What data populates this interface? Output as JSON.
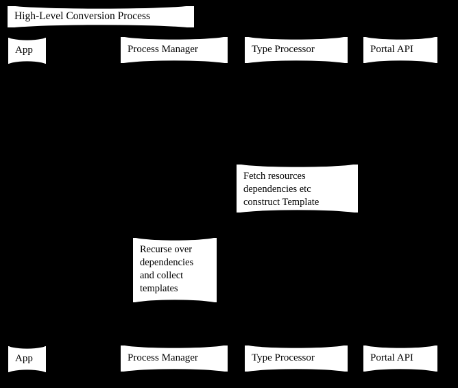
{
  "diagram": {
    "type": "sequence-diagram",
    "title": "High-Level Conversion Process",
    "background_color": "#000000",
    "box_fill_color": "#ffffff",
    "text_color": "#000000",
    "participants_top": [
      {
        "id": "app",
        "label": "App"
      },
      {
        "id": "process-manager",
        "label": "Process Manager"
      },
      {
        "id": "type-processor",
        "label": "Type Processor"
      },
      {
        "id": "portal-api",
        "label": "Portal API"
      }
    ],
    "participants_bottom": [
      {
        "id": "app",
        "label": "App"
      },
      {
        "id": "process-manager",
        "label": "Process Manager"
      },
      {
        "id": "type-processor",
        "label": "Type Processor"
      },
      {
        "id": "portal-api",
        "label": "Portal API"
      }
    ],
    "notes": [
      {
        "id": "note-fetch-resources",
        "attached_to": "type-processor",
        "lines": [
          "Fetch resources",
          "dependencies etc",
          "construct Template"
        ]
      },
      {
        "id": "note-recurse-dependencies",
        "attached_to": "process-manager",
        "lines": [
          "Recurse over",
          "dependencies",
          "and collect",
          "templates"
        ]
      }
    ]
  }
}
